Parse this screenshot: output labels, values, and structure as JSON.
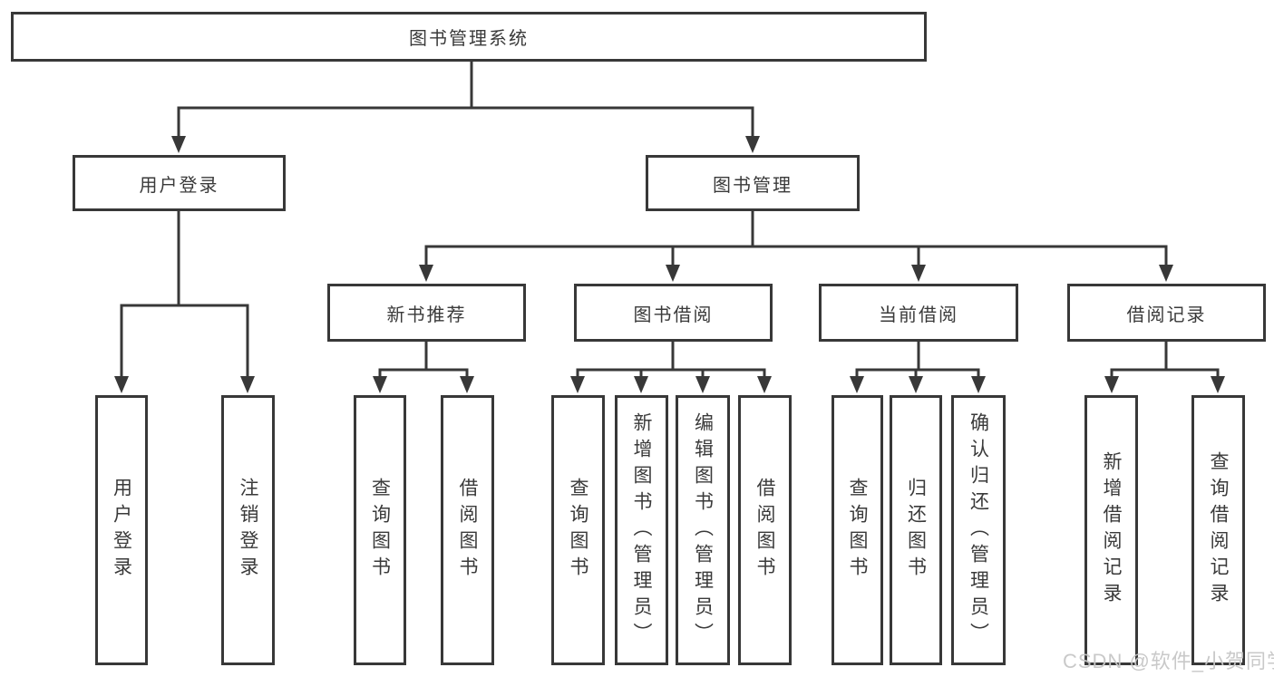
{
  "tree": {
    "root": {
      "label": "图书管理系统"
    },
    "children": [
      {
        "label": "用户登录",
        "children": [
          {
            "label": "用户登录"
          },
          {
            "label": "注销登录"
          }
        ]
      },
      {
        "label": "图书管理",
        "children": [
          {
            "label": "新书推荐",
            "children": [
              {
                "label": "查询图书"
              },
              {
                "label": "借阅图书"
              }
            ]
          },
          {
            "label": "图书借阅",
            "children": [
              {
                "label": "查询图书"
              },
              {
                "label": "新增图书（管理员）"
              },
              {
                "label": "编辑图书（管理员）"
              },
              {
                "label": "借阅图书"
              }
            ]
          },
          {
            "label": "当前借阅",
            "children": [
              {
                "label": "查询图书"
              },
              {
                "label": "归还图书"
              },
              {
                "label": "确认归还（管理员）"
              }
            ]
          },
          {
            "label": "借阅记录",
            "children": [
              {
                "label": "新增借阅记录"
              },
              {
                "label": "查询借阅记录"
              }
            ]
          }
        ]
      }
    ]
  },
  "watermark": {
    "text": "CSDN @软件_小贺同学"
  },
  "colors": {
    "line": "#383838",
    "box_border": "#383838",
    "text": "#3a3a3a",
    "background": "#ffffff",
    "watermark": "#c6c6c6"
  }
}
